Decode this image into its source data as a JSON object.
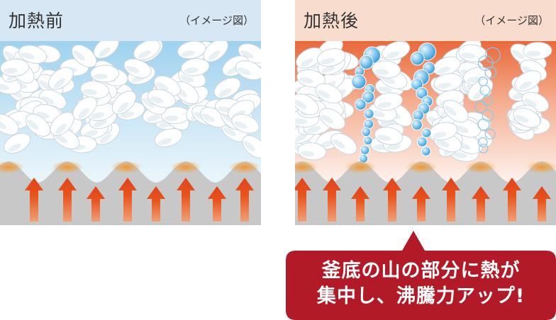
{
  "panel_before": {
    "title": "加熱前",
    "note": "（イメージ図）"
  },
  "panel_after": {
    "title": "加熱後",
    "note": "（イメージ図）"
  },
  "callout": {
    "line1": "釜底の山の部分に熱が",
    "line2": "集中し、沸騰力アップ!"
  },
  "colors": {
    "callout_bg": "#b11a26",
    "heat_arrow": "#e8531c",
    "pot_bottom": "#c8c8c8",
    "water_before": "#7fc2e6",
    "bubble": "#5fb4e6"
  }
}
